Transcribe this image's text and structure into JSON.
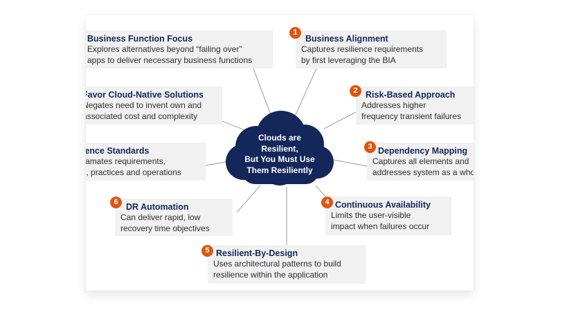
{
  "center": {
    "lines": [
      "Clouds are",
      "Resilient,",
      "But You Must Use",
      "Them Resiliently"
    ]
  },
  "nodes": {
    "business_function_focus": {
      "title": "Business Function Focus",
      "desc": [
        "Explores alternatives beyond “failing over”",
        "apps to deliver necessary business functions"
      ]
    },
    "favor_cloud_native": {
      "title": "Favor Cloud-Native Solutions",
      "desc": [
        "Negates need to invent own and",
        "associated cost and complexity"
      ]
    },
    "resilience_standards": {
      "title": "Resilience Standards",
      "desc": [
        "Amalgamates requirements,",
        "design, practices and operations"
      ]
    },
    "dr_automation": {
      "badge": "6",
      "title": "DR Automation",
      "desc": [
        "Can deliver rapid, low",
        "recovery time objectives"
      ]
    },
    "resilient_by_design": {
      "badge": "5",
      "title": "Resilient-By-Design",
      "desc": [
        "Uses architectural patterns to build",
        "resilience within the application"
      ]
    },
    "continuous_availability": {
      "badge": "4",
      "title": "Continuous Availability",
      "desc": [
        "Limits the user-visible",
        "impact when failures occur"
      ]
    },
    "dependency_mapping": {
      "badge": "3",
      "title": "Dependency Mapping",
      "desc": [
        "Captures all elements and",
        "addresses system as a whole"
      ]
    },
    "risk_based_approach": {
      "badge": "2",
      "title": "Risk-Based Approach",
      "desc": [
        "Addresses higher",
        "frequency transient failures"
      ]
    },
    "business_alignment": {
      "badge": "1",
      "title": "Business Alignment",
      "desc": [
        "Captures resilience requirements",
        "by first leveraging the BIA"
      ]
    }
  },
  "colors": {
    "cloud": "#13275a",
    "badge": "#e0540f",
    "box": "#f1f1f1",
    "connector": "#a9a9a9"
  }
}
